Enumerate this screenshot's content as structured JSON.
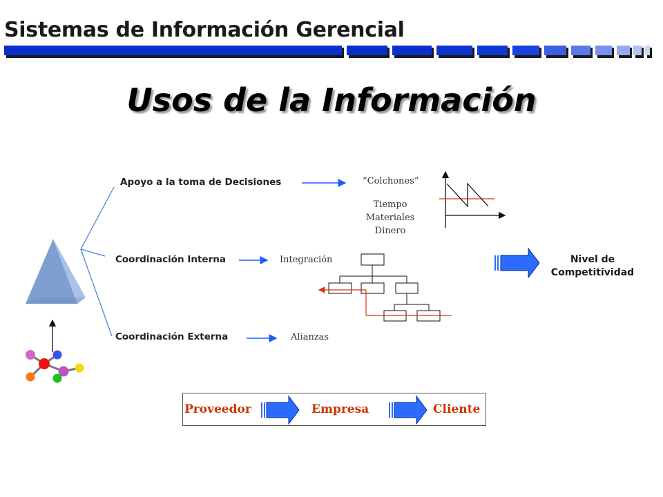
{
  "header": {
    "title": "Sistemas de Información Gerencial"
  },
  "slide": {
    "title": "Usos de la Información"
  },
  "branches": {
    "decisiones": "Apoyo a la toma de Decisiones",
    "interna": "Coordinación Interna",
    "externa": "Coordinación Externa"
  },
  "details": {
    "colchones": "“Colchones”",
    "recursos": [
      "Tiempo",
      "Materiales",
      "Dinero"
    ],
    "integracion": "Integración",
    "alianzas": "Alianzas"
  },
  "result": {
    "line1": "Nivel de",
    "line2": "Competitividad"
  },
  "chain": {
    "items": [
      "Proveedor",
      "Empresa",
      "Cliente"
    ]
  },
  "colors": {
    "header_bar": "#0a33cc",
    "accent_red": "#cc3300",
    "pyramid": "#7f9fd2",
    "arrow_blue": "#2c6bff"
  }
}
